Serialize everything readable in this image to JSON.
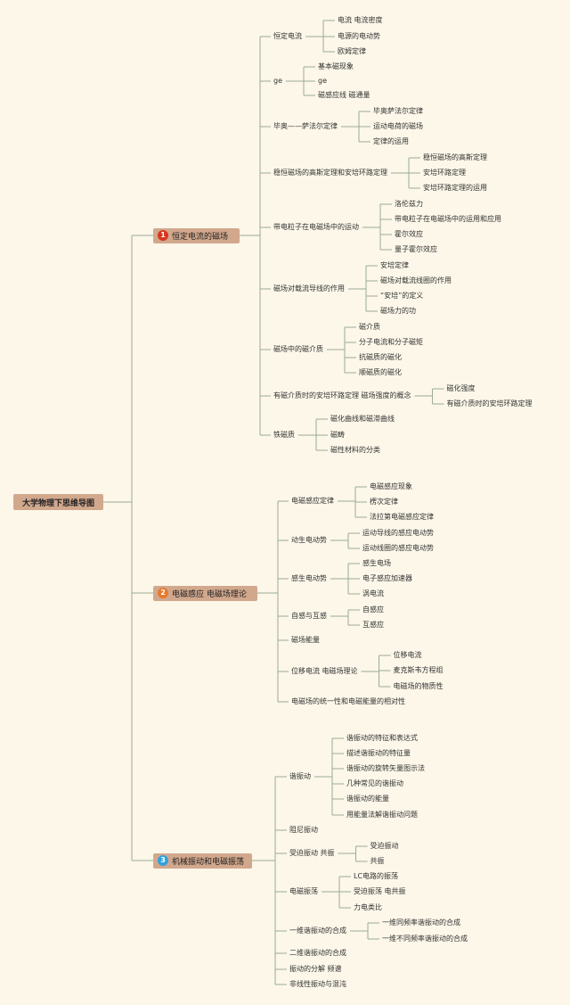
{
  "root": "大学物理下思维导图",
  "colors": {
    "line": "#9BAB95",
    "box": "#D2A88D",
    "bg": "#FCF7E9",
    "badge1": "#D9361F",
    "badge2": "#E8792C",
    "badge3": "#2FA3DE"
  },
  "branches": [
    {
      "num": "1",
      "label": "恒定电流的磁场",
      "topics": [
        {
          "label": "恒定电流",
          "items": [
            "电流 电流密度",
            "电源的电动势",
            "欧姆定律"
          ]
        },
        {
          "label": "ge",
          "items": [
            "基本磁现象",
            "ge",
            "磁感应线 磁通量"
          ]
        },
        {
          "label": "毕奥——萨法尔定律",
          "items": [
            "毕奥萨法尔定律",
            "运动电荷的磁场",
            "定律的运用"
          ]
        },
        {
          "label": "稳恒磁场的高斯定理和安培环路定理",
          "items": [
            "稳恒磁场的高斯定理",
            "安培环路定理",
            "安培环路定理的运用"
          ]
        },
        {
          "label": "带电粒子在电磁场中的运动",
          "items": [
            "洛伦兹力",
            "带电粒子在电磁场中的运用和应用",
            "霍尔效应",
            "量子霍尔效应"
          ]
        },
        {
          "label": "磁场对载流导线的作用",
          "items": [
            "安培定律",
            "磁场对载流线圈的作用",
            "“安培”的定义",
            "磁场力的功"
          ]
        },
        {
          "label": "磁场中的磁介质",
          "items": [
            "磁介质",
            "分子电流和分子磁矩",
            "抗磁质的磁化",
            "顺磁质的磁化"
          ]
        },
        {
          "label": "有磁介质时的安培环路定理 磁场强度的概念",
          "items": [
            "磁化强度",
            "有磁介质时的安培环路定理"
          ]
        },
        {
          "label": "铁磁质",
          "items": [
            "磁化曲线和磁滞曲线",
            "磁畴",
            "磁性材料的分类"
          ]
        }
      ]
    },
    {
      "num": "2",
      "label": "电磁感应 电磁场理论",
      "topics": [
        {
          "label": "电磁感应定律",
          "items": [
            "电磁感应现象",
            "楞次定律",
            "法拉第电磁感应定律"
          ]
        },
        {
          "label": "动生电动势",
          "items": [
            "运动导线的感应电动势",
            "运动线圈的感应电动势"
          ]
        },
        {
          "label": "感生电动势",
          "items": [
            "感生电场",
            "电子感应加速器",
            "涡电流"
          ]
        },
        {
          "label": "自感与互感",
          "items": [
            "自感应",
            "互感应"
          ]
        },
        {
          "label": "磁场能量",
          "items": []
        },
        {
          "label": "位移电流 电磁场理论",
          "items": [
            "位移电流",
            "麦克斯韦方程组",
            "电磁场的物质性"
          ]
        },
        {
          "label": "电磁场的统一性和电磁能量的相对性",
          "items": []
        }
      ]
    },
    {
      "num": "3",
      "label": "机械振动和电磁振荡",
      "topics": [
        {
          "label": "谐振动",
          "items": [
            "谐振动的特征和表达式",
            "描述谐振动的特征量",
            "谐振动的旋转矢量图示法",
            "几种常见的谐振动",
            "谐振动的能量",
            "用能量法解谐振动问题"
          ]
        },
        {
          "label": "阻尼振动",
          "items": []
        },
        {
          "label": "受迫振动 共振",
          "items": [
            "受迫振动",
            "共振"
          ]
        },
        {
          "label": "电磁振荡",
          "items": [
            "LC电路的振荡",
            "受迫振荡 电共振",
            "力电类比"
          ]
        },
        {
          "label": "一维谐振动的合成",
          "items": [
            "一维同频率谐振动的合成",
            "一维不同频率谐振动的合成"
          ]
        },
        {
          "label": "二维谐振动的合成",
          "items": []
        },
        {
          "label": "振动的分解 频谱",
          "items": []
        },
        {
          "label": "非线性振动与混沌",
          "items": []
        }
      ]
    }
  ]
}
